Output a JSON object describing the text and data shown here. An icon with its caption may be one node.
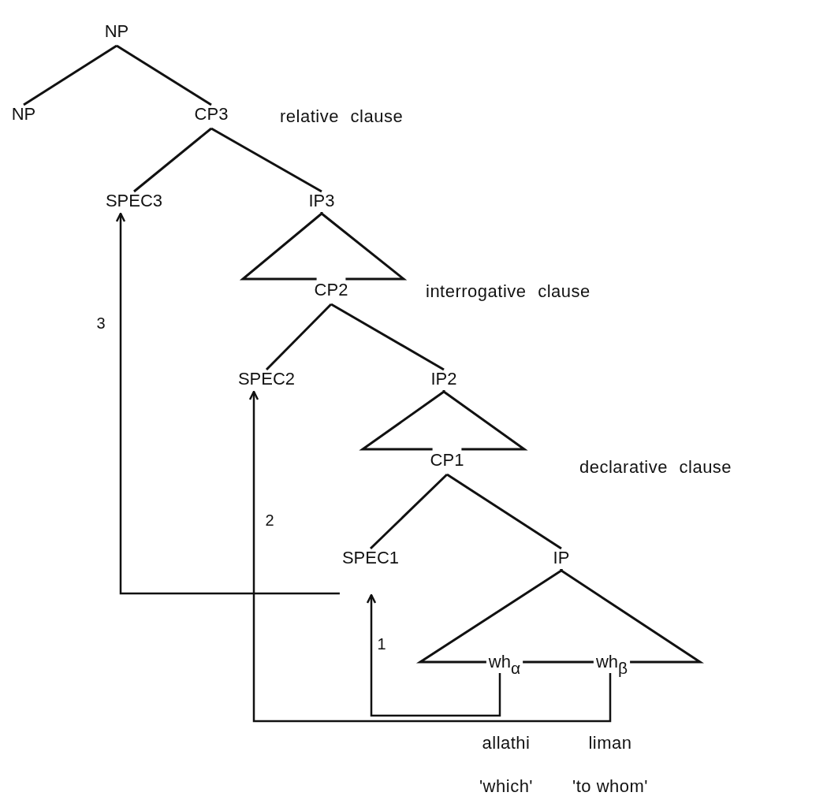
{
  "diagram": {
    "nodes": [
      {
        "text": [
          "NP"
        ]
      },
      {
        "text": [
          "NP"
        ]
      },
      {
        "text": [
          "CP3"
        ],
        "beside": [
          "relative clause"
        ]
      },
      {
        "text": [
          "SPEC3"
        ]
      },
      {
        "text": [
          "IP3"
        ]
      },
      {
        "text": [
          "CP2"
        ]
      },
      {
        "text": [
          "SPEC2"
        ]
      },
      {
        "text": [
          "IP2"
        ]
      },
      {
        "text": [
          "CP1"
        ]
      },
      {
        "text": [
          "SPEC1"
        ]
      },
      {
        "text": [
          "IP"
        ]
      },
      {
        "text": [
          "wh$_{α}$"
        ],
        "beside": [
          "allathi",
          "'which'"
        ]
      },
      {
        "text": [
          "wh$_{β}$"
        ],
        "beside": [
          "liman",
          "'to whom'"
        ]
      }
    ],
    "edges": [
      {
        "from": 0,
        "to": 1,
        "arrow": "none"
      },
      {
        "from": 0,
        "to": 2,
        "arrow": "none"
      },
      {
        "from": 2,
        "to": 3,
        "arrow": "none"
      },
      {
        "from": 2,
        "to": 4,
        "arrow": "none"
      },
      {
        "from": 4,
        "to": 5,
        "arrow": "none"
      },
      {
        "from": 5,
        "to": 6,
        "arrow": "none"
      },
      {
        "from": 5,
        "to": 7,
        "arrow": "none"
      },
      {
        "from": 7,
        "to": 8,
        "arrow": "none"
      },
      {
        "from": 8,
        "to": 9,
        "arrow": "none"
      },
      {
        "from": 8,
        "to": 10,
        "arrow": "none"
      },
      {
        "from": 10,
        "to": 11,
        "arrow": "none"
      },
      {
        "from": 10,
        "to": 12,
        "arrow": "none"
      },
      {
        "from": 11,
        "to": 12,
        "arrow": "none"
      },
      {
        "from": 11,
        "to": 9,
        "arrow": "to",
        "label": "1"
      },
      {
        "from": 12,
        "to": 6,
        "arrow": "to",
        "label": "2"
      },
      {
        "from": 9,
        "to": 3,
        "arrow": "to",
        "label": "3"
      }
    ],
    "labels": [
      "interrogative clause",
      "declarative clause"
    ]
  }
}
